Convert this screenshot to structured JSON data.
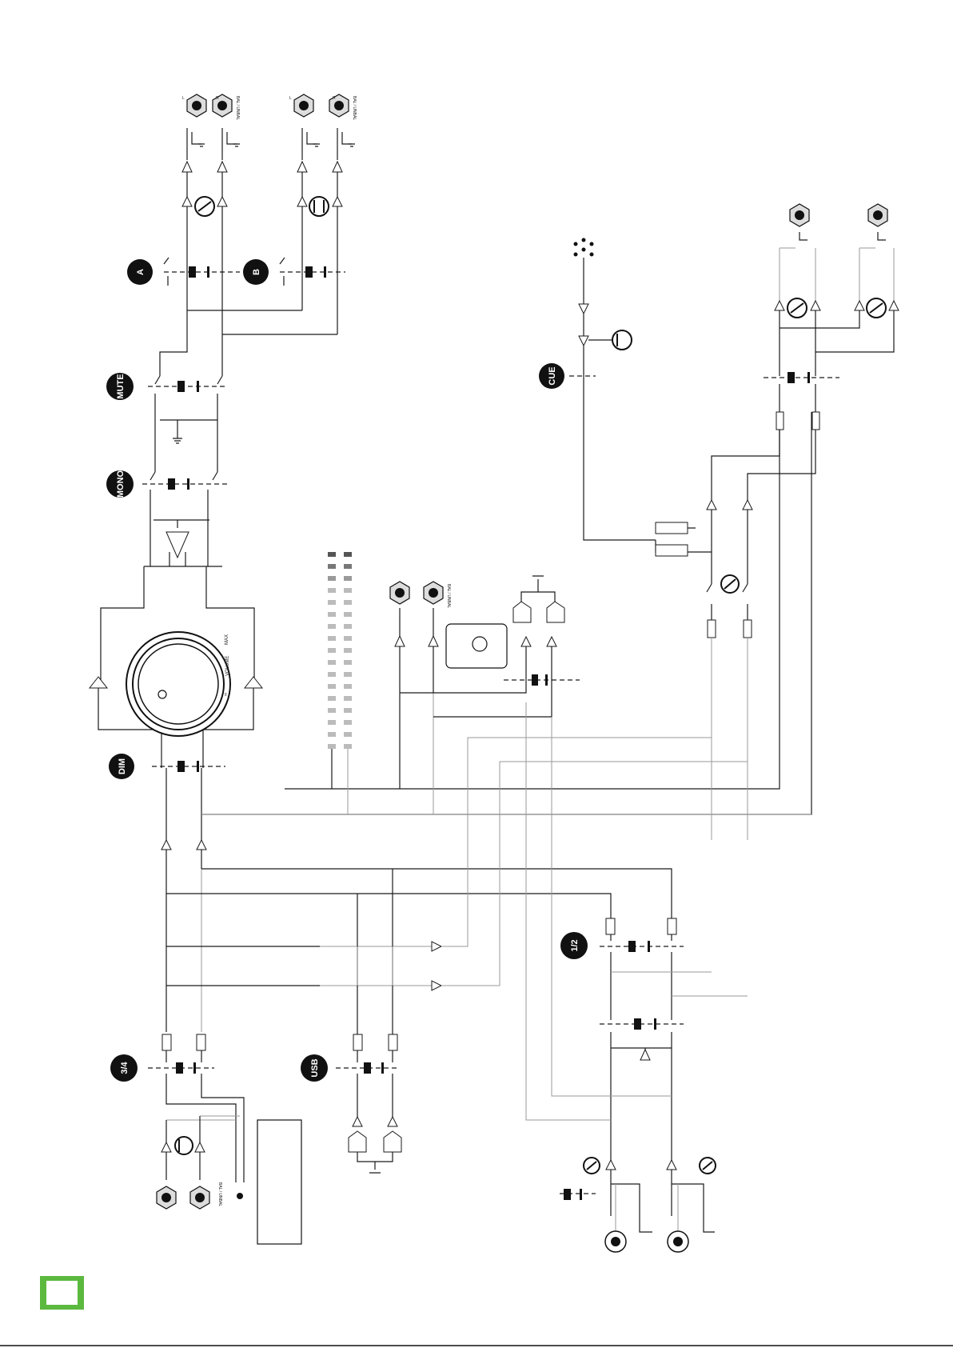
{
  "badges": {
    "a": "A",
    "b": "B",
    "mute": "MUTE",
    "mono": "MONO",
    "dim": "DIM",
    "cue": "CUE",
    "one_two": "1/2",
    "three_four": "3/4",
    "usb": "USB"
  },
  "labels": {
    "volume": "VOLUME",
    "max": "MAX",
    "min": "∞",
    "bal_unbal": "BAL / UNBAL",
    "left": "L",
    "right": "R"
  },
  "colors": {
    "wire": "#1a1a1a",
    "secondary_wire": "#9a9a9a",
    "badge": "#111111",
    "corner_box": "#5cb93f"
  }
}
